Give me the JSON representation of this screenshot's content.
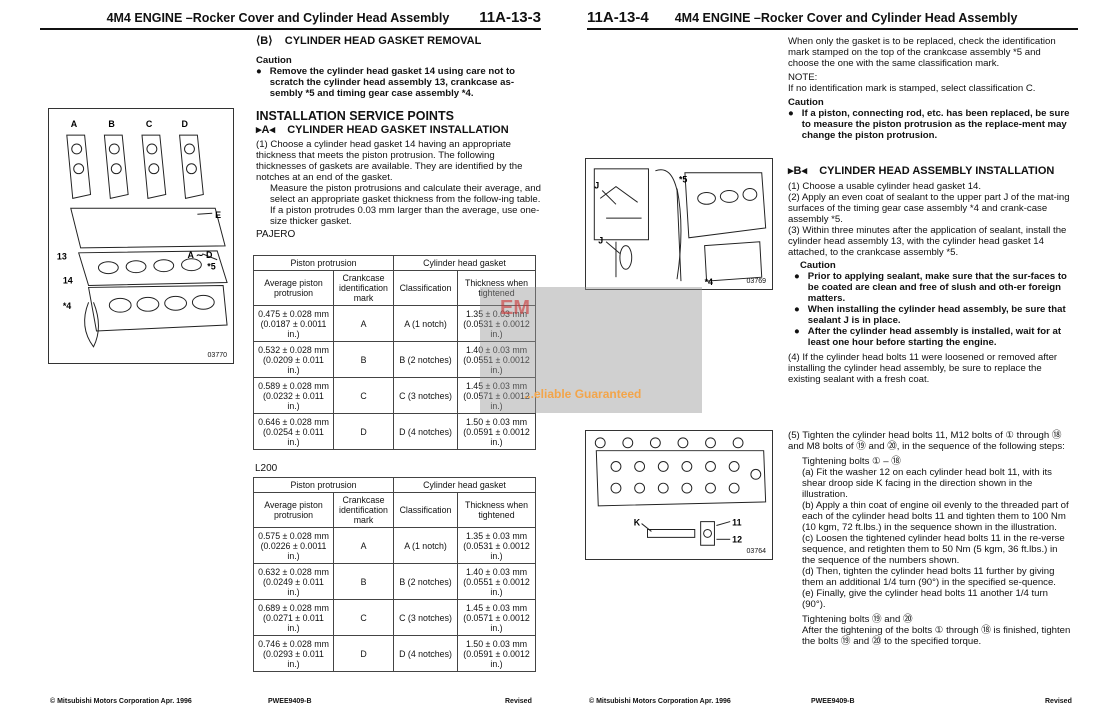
{
  "left": {
    "header_title": "4M4 ENGINE –Rocker Cover and Cylinder Head Assembly",
    "page_number": "11A-13-3",
    "removal_marker": "⟨B⟩",
    "removal_title": "CYLINDER HEAD GASKET REMOVAL",
    "caution_label": "Caution",
    "caution_text": "Remove the cylinder head gasket 14 using care not to scratch the cylinder head assembly 13, crankcase as-sembly *5 and timing gear case assembly *4.",
    "install_heading": "INSTALLATION SERVICE POINTS",
    "install_marker": "▸A◂",
    "install_title": "CYLINDER HEAD GASKET INSTALLATION",
    "step1": "(1) Choose a cylinder head gasket 14 having an appropriate thickness that meets the piston protrusion. The following thicknesses of gaskets are available. They are identified by the notches at an end of the gasket.",
    "step1b": "Measure the piston protrusions and calculate their average, and select an appropriate gasket thickness from the follow-ing table.",
    "step1c": "If a piston protrudes 0.03 mm larger than the average, use one-size thicker gasket.",
    "fig_letters": [
      "A",
      "B",
      "C",
      "D"
    ],
    "fig_labels": {
      "e": "E",
      "l13": "13",
      "l14": "14",
      "ad": "A ∼ D",
      "s5": "*5",
      "s4": "*4"
    },
    "fig_id": "03770",
    "table_headers": {
      "piston": "Piston protrusion",
      "gasket": "Cylinder head gasket",
      "avg": "Average piston protrusion",
      "mark": "Crankcase identification mark",
      "cls": "Classification",
      "thk": "Thickness when tightened"
    },
    "pajero_label": "PAJERO",
    "pajero_rows": [
      {
        "avg": "0.475 ± 0.028 mm (0.0187 ± 0.0011 in.)",
        "mark": "A",
        "cls": "A (1 notch)",
        "thk": "1.35 ± 0.03 mm (0.0531 ± 0.0012 in.)"
      },
      {
        "avg": "0.532 ± 0.028 mm (0.0209 ± 0.011 in.)",
        "mark": "B",
        "cls": "B (2 notches)",
        "thk": "1.40 ± 0.03 mm (0.0551 ± 0.0012 in.)"
      },
      {
        "avg": "0.589 ± 0.028 mm (0.0232 ± 0.011 in.)",
        "mark": "C",
        "cls": "C (3 notches)",
        "thk": "1.45 ± 0.03 mm (0.0571 ± 0.0012 in.)"
      },
      {
        "avg": "0.646 ± 0.028 mm (0.0254 ± 0.011 in.)",
        "mark": "D",
        "cls": "D (4 notches)",
        "thk": "1.50 ± 0.03 mm (0.0591 ± 0.0012 in.)"
      }
    ],
    "l200_label": "L200",
    "l200_rows": [
      {
        "avg": "0.575 ± 0.028 mm (0.0226 ± 0.0011 in.)",
        "mark": "A",
        "cls": "A (1 notch)",
        "thk": "1.35 ± 0.03 mm (0.0531 ± 0.0012 in.)"
      },
      {
        "avg": "0.632 ± 0.028 mm (0.0249 ± 0.011 in.)",
        "mark": "B",
        "cls": "B (2 notches)",
        "thk": "1.40 ± 0.03 mm (0.0551 ± 0.0012 in.)"
      },
      {
        "avg": "0.689 ± 0.028 mm (0.0271 ± 0.011 in.)",
        "mark": "C",
        "cls": "C (3 notches)",
        "thk": "1.45 ± 0.03 mm (0.0571 ± 0.0012 in.)"
      },
      {
        "avg": "0.746 ± 0.028 mm (0.0293 ± 0.011 in.)",
        "mark": "D",
        "cls": "D (4 notches)",
        "thk": "1.50 ± 0.03 mm (0.0591 ± 0.0012 in.)"
      }
    ],
    "footer_copy": "© Mitsubishi Motors Corporation   Apr. 1996",
    "footer_code": "PWEE9409-B",
    "footer_rev": "Revised"
  },
  "right": {
    "page_number": "11A-13-4",
    "header_title": "4M4 ENGINE –Rocker Cover and Cylinder Head Assembly",
    "intro": "When only the gasket is to be replaced, check the identification mark stamped on the top of the crankcase assembly *5 and choose the one with the same classification mark.",
    "note_label": "NOTE:",
    "note_text": "If no identification mark is stamped, select classification C.",
    "caution_label": "Caution",
    "caution_text": "If a piston, connecting rod, etc. has been replaced, be sure to measure the piston protrusion as the replace-ment may change the piston protrusion.",
    "install_marker": "▸B◂",
    "install_title": "CYLINDER HEAD ASSEMBLY INSTALLATION",
    "steps": [
      "(1) Choose a usable cylinder head gasket 14.",
      "(2) Apply an even coat of sealant to the upper part J of the mat-ing surfaces of the timing gear case assembly *4 and crank-case assembly *5.",
      "(3) Within three minutes after the application of sealant, install the cylinder head assembly 13, with the cylinder head gasket 14 attached, to the crankcase assembly *5."
    ],
    "caution2_label": "Caution",
    "caution2_items": [
      "Prior to applying sealant, make sure that the sur-faces to be coated are clean and free of slush and oth-er foreign matters.",
      "When installing the cylinder head assembly, be sure that sealant J is in place.",
      "After the cylinder head assembly is installed, wait for at least one hour before starting the engine."
    ],
    "step4": "(4) If the cylinder head bolts 11 were loosened or removed after installing the cylinder head assembly, be sure to replace the existing sealant with a fresh coat.",
    "fig1_labels": {
      "j1": "J",
      "j2": "J",
      "s5": "*5",
      "s4": "*4"
    },
    "fig1_id": "03769",
    "step5": "(5) Tighten the cylinder head bolts 11, M12 bolts of ① through ⑱ and M8 bolts of ⑲ and ⑳, in the sequence of the following steps:",
    "tight_label": "Tightening bolts ① – ⑱",
    "substeps": [
      "(a) Fit the washer 12 on each cylinder head bolt 11, with its shear droop side K facing in the direction shown in the illustration.",
      "(b) Apply a thin coat of engine oil evenly to the threaded part of each of the cylinder head bolts 11 and tighten them to 100 Nm (10 kgm, 72 ft.lbs.) in the sequence shown in the illustration.",
      "(c) Loosen the tightened cylinder head bolts 11 in the re-verse sequence, and retighten them to 50 Nm (5 kgm, 36 ft.lbs.) in the sequence of the numbers shown.",
      "(d) Then, tighten the cylinder head bolts 11 further by giving them an additional 1/4 turn (90°) in the specified se-quence.",
      "(e) Finally, give the cylinder head bolts 11 another 1/4 turn (90°)."
    ],
    "tight2_label": "Tightening bolts ⑲ and ⑳",
    "tight2_text": "After the tightening of the bolts ① through ⑱ is finished, tighten the bolts ⑲ and ⑳ to the specified torque.",
    "fig2_labels": {
      "k": "K",
      "l11": "11",
      "l12": "12"
    },
    "fig2_id": "03764",
    "footer_copy": "© Mitsubishi Motors Corporation   Apr. 1996",
    "footer_code": "PWEE9409-B",
    "footer_rev": "Revised"
  },
  "watermark": {
    "text": "...eliable Guaranteed",
    "badge": "EM"
  }
}
